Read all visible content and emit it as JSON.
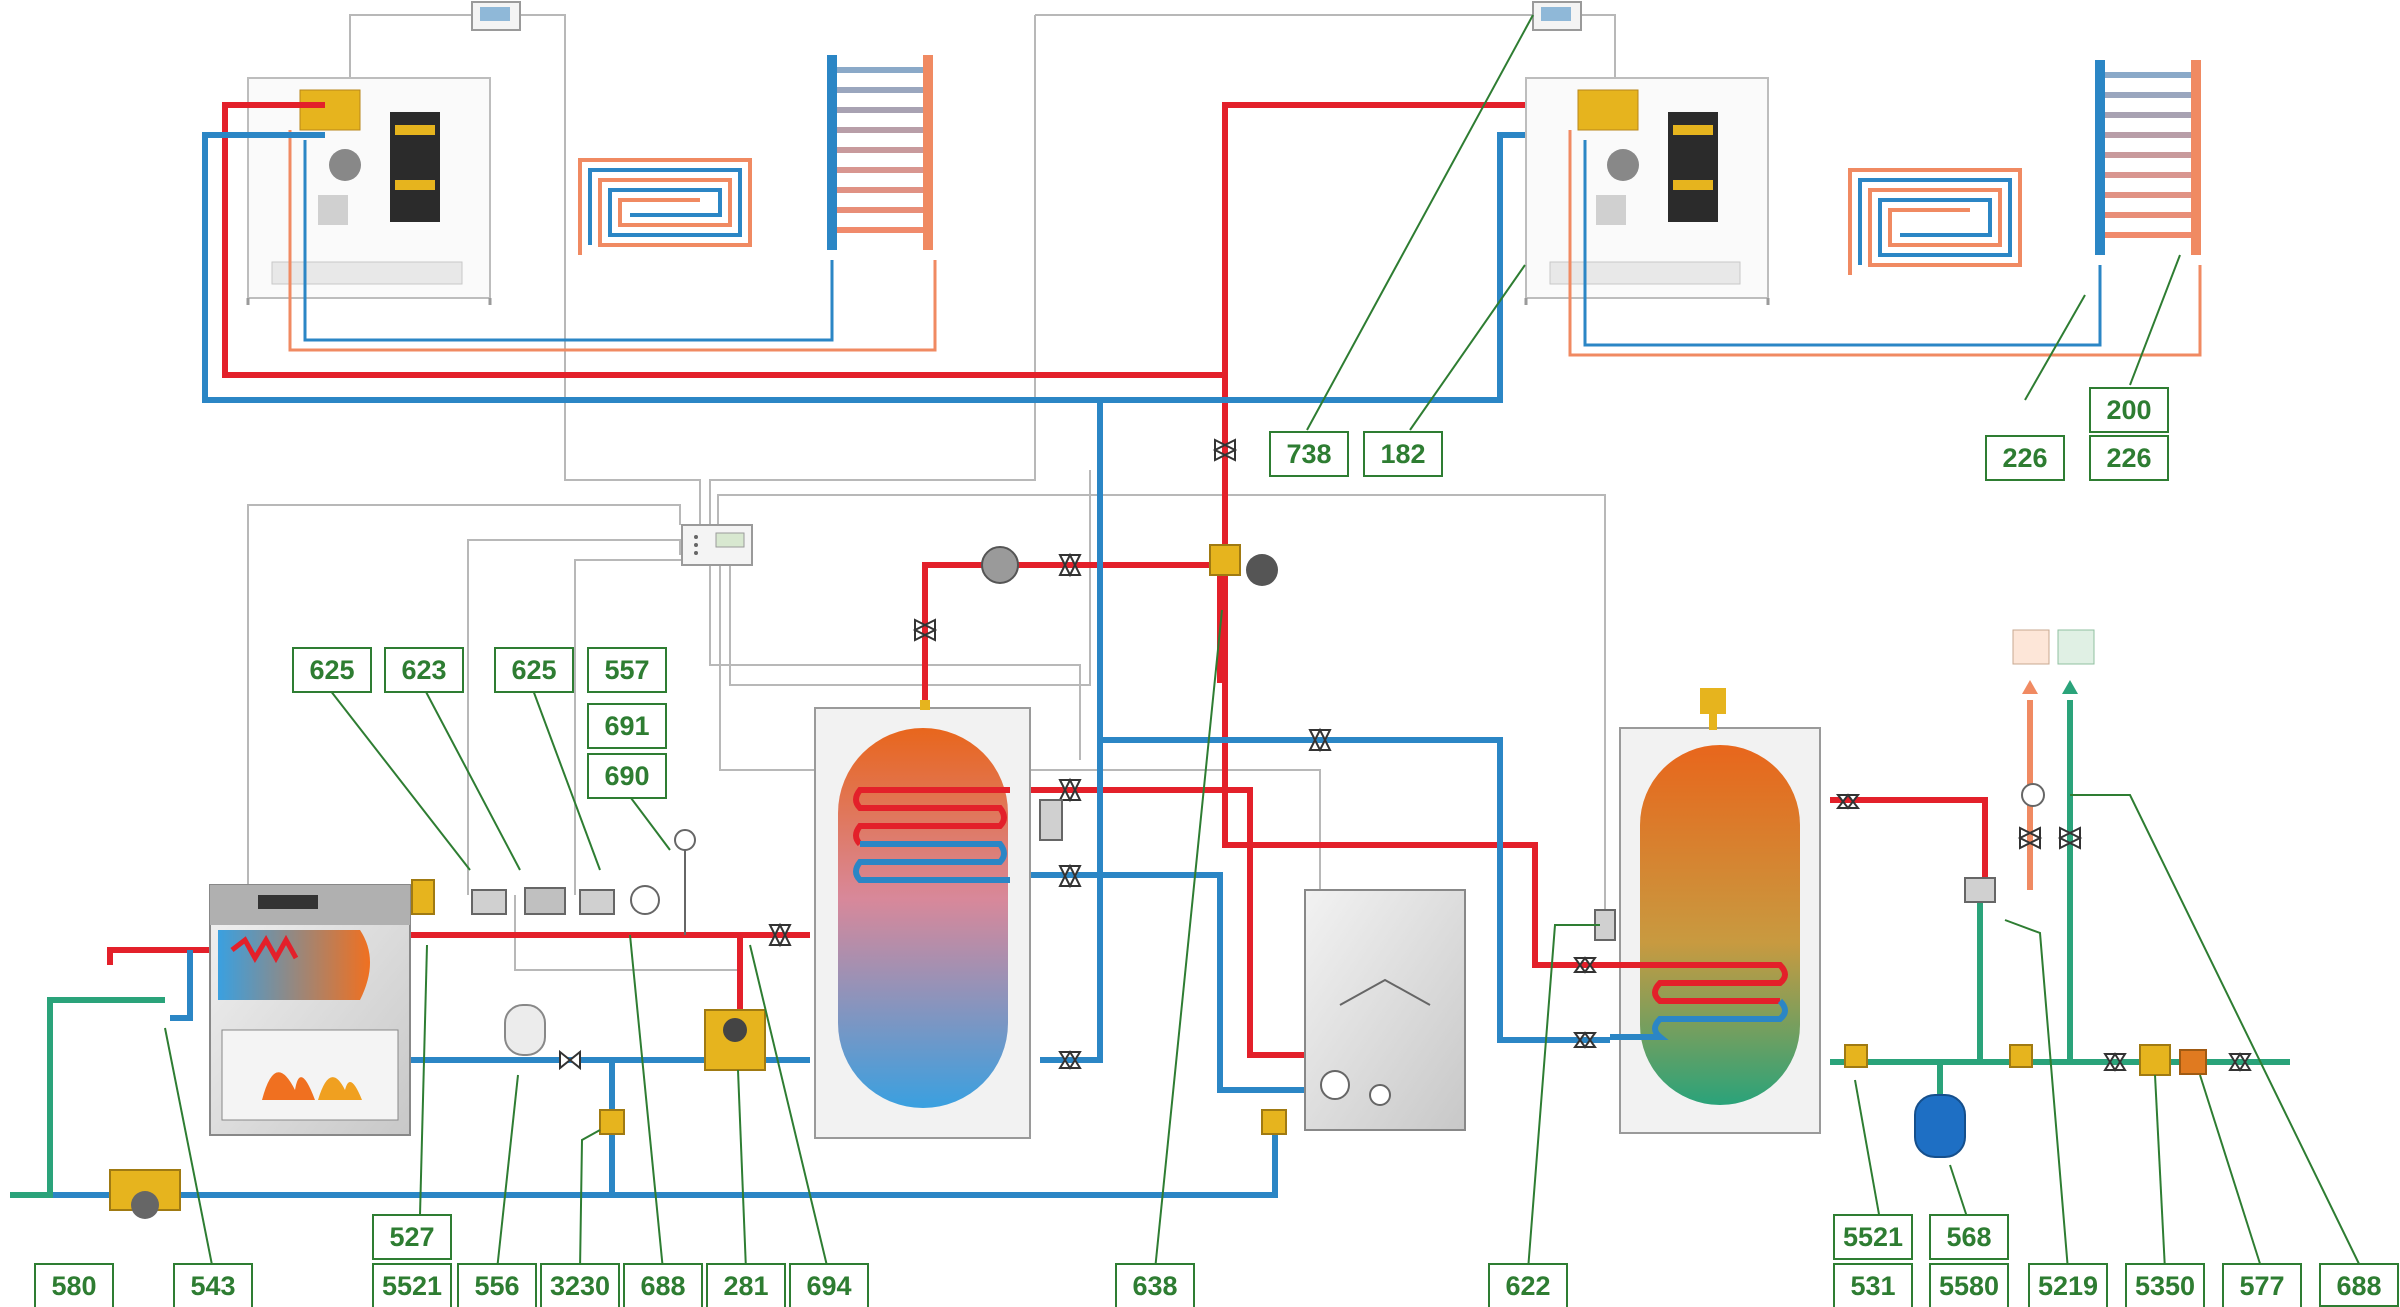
{
  "colors": {
    "hot": "#e3202a",
    "cold": "#2b86c5",
    "dhw_cold": "#2aa37a",
    "dhw_hot": "#f08a62",
    "signal": "#b8b8b8",
    "leader": "#2e7d32",
    "label_text": "#2e7d32",
    "tank_top": "#e8661c",
    "tank_bottom": "#3aa0e0",
    "fitting": "#e6b41e"
  },
  "labels": [
    {
      "id": "738",
      "text": "738"
    },
    {
      "id": "182",
      "text": "182"
    },
    {
      "id": "200",
      "text": "200"
    },
    {
      "id": "226a",
      "text": "226"
    },
    {
      "id": "226b",
      "text": "226"
    },
    {
      "id": "625a",
      "text": "625"
    },
    {
      "id": "623",
      "text": "623"
    },
    {
      "id": "625b",
      "text": "625"
    },
    {
      "id": "557",
      "text": "557"
    },
    {
      "id": "691",
      "text": "691"
    },
    {
      "id": "690",
      "text": "690"
    },
    {
      "id": "527",
      "text": "527"
    },
    {
      "id": "5521a",
      "text": "5521"
    },
    {
      "id": "580",
      "text": "580"
    },
    {
      "id": "543",
      "text": "543"
    },
    {
      "id": "556",
      "text": "556"
    },
    {
      "id": "3230",
      "text": "3230"
    },
    {
      "id": "688a",
      "text": "688"
    },
    {
      "id": "281",
      "text": "281"
    },
    {
      "id": "694",
      "text": "694"
    },
    {
      "id": "638",
      "text": "638"
    },
    {
      "id": "622",
      "text": "622"
    },
    {
      "id": "5521b",
      "text": "5521"
    },
    {
      "id": "531",
      "text": "531"
    },
    {
      "id": "568",
      "text": "568"
    },
    {
      "id": "5580",
      "text": "5580"
    },
    {
      "id": "5219",
      "text": "5219"
    },
    {
      "id": "5350",
      "text": "5350"
    },
    {
      "id": "577",
      "text": "577"
    },
    {
      "id": "688b",
      "text": "688"
    }
  ]
}
